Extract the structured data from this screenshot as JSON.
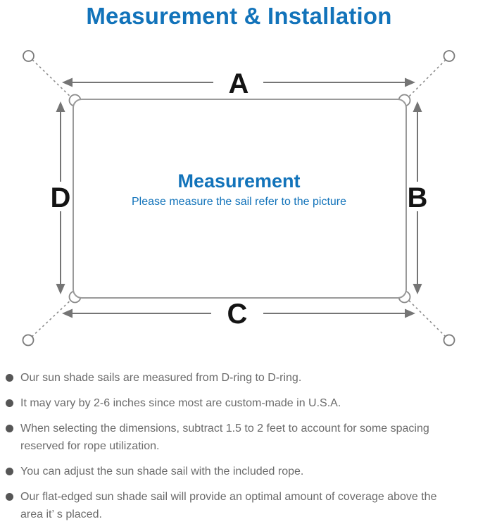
{
  "title": "Measurement & Installation",
  "diagram": {
    "center_title": "Measurement",
    "center_subtitle": "Please measure the sail refer to the picture",
    "labels": {
      "top": "A",
      "right": "B",
      "bottom": "C",
      "left": "D"
    }
  },
  "bullets": [
    "Our sun shade sails are measured from D-ring to D-ring.",
    "It may vary by 2-6 inches since most are custom-made in U.S.A.",
    "When selecting the dimensions, subtract 1.5 to 2 feet to account for some spacing reserved for rope utilization.",
    "You can adjust the sun shade sail with the included rope.",
    "Our flat-edged sun shade sail will provide an optimal amount of coverage above the area it’ s placed."
  ],
  "colors": {
    "accent_blue": "#1273ba",
    "arrow_gray": "#757575",
    "outline_gray": "#9a9a9a",
    "text_gray": "#6b6b6b"
  }
}
